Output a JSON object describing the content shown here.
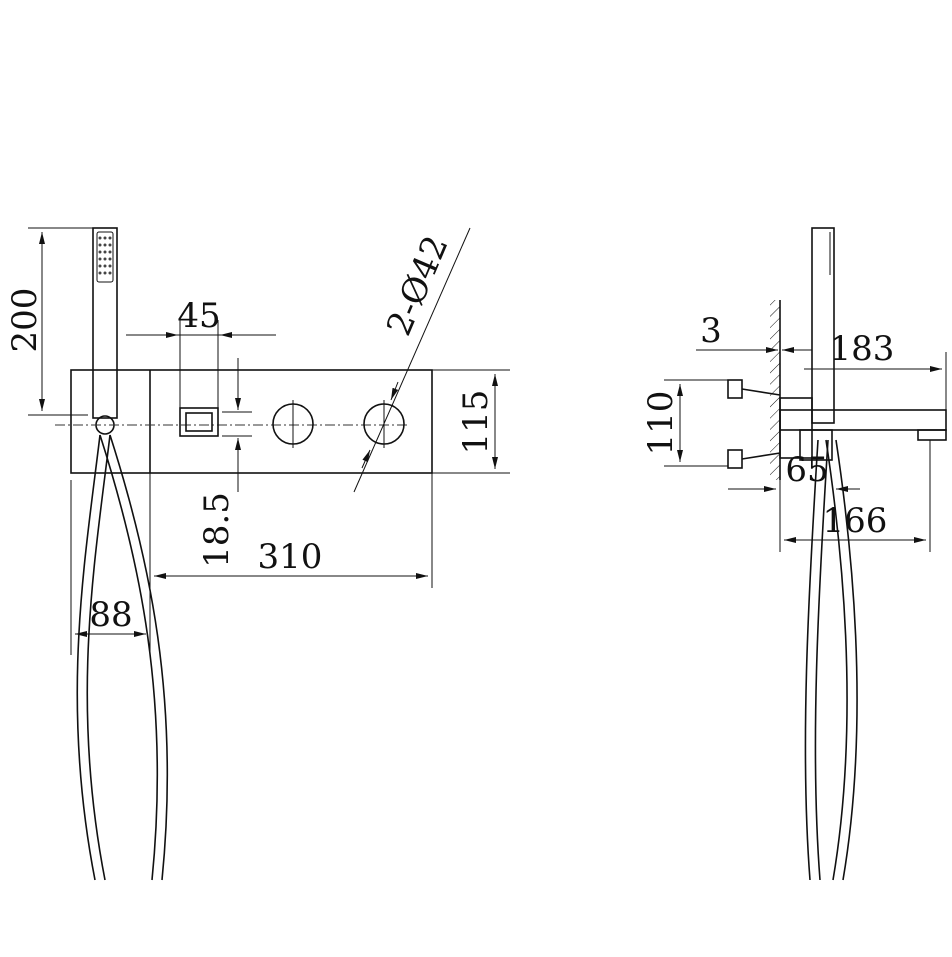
{
  "dimensions": {
    "front": {
      "handshower_height": "200",
      "knob_width": "45",
      "hole_spec": "2-Ø42",
      "panel_height": "115",
      "offset": "18.5",
      "panel_width": "310",
      "hose_spacing": "88"
    },
    "side": {
      "wall_gap": "3",
      "spout_reach": "183",
      "body_height": "110",
      "depth": "65",
      "projection": "166"
    }
  }
}
